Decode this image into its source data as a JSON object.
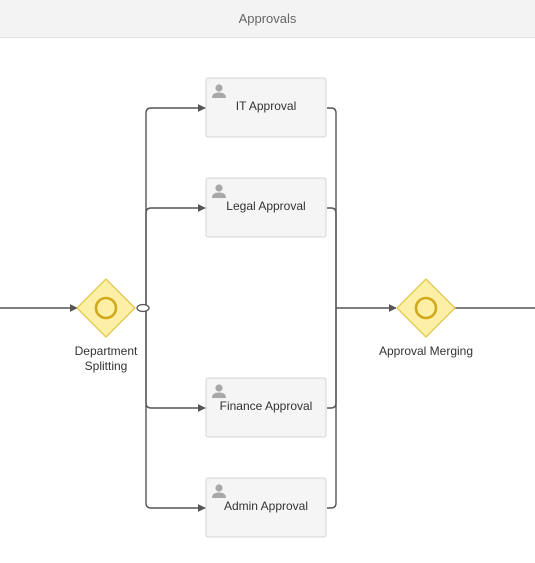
{
  "lane": {
    "title": "Approvals"
  },
  "gateways": {
    "split": {
      "label_line1": "Department",
      "label_line2": "Splitting"
    },
    "merge": {
      "label": "Approval Merging"
    }
  },
  "tasks": [
    {
      "label": "IT Approval",
      "icon": "user-icon"
    },
    {
      "label": "Legal Approval",
      "icon": "user-icon"
    },
    {
      "label": "Finance Approval",
      "icon": "user-icon"
    },
    {
      "label": "Admin Approval",
      "icon": "user-icon"
    }
  ],
  "colors": {
    "gateway_fill": "#fdf0a6",
    "gateway_stroke": "#e0c341",
    "gateway_ring": "#d2a91a",
    "task_fill": "#f5f5f5",
    "flow_line": "#555555"
  }
}
